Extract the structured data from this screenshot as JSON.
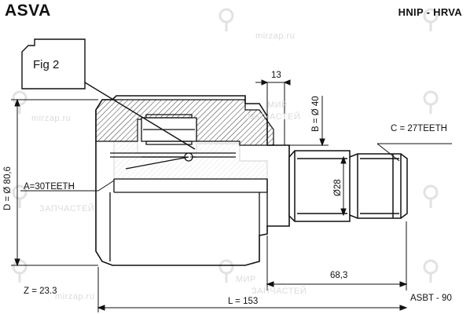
{
  "header": {
    "brand": "ASVA",
    "model_code": "HNIP - HRVA"
  },
  "figure": {
    "label": "Fig 2"
  },
  "dimensions": {
    "d_outer": "D = Ø 80,6",
    "a_teeth": "A=30TEETH",
    "b_diameter": "B = Ø 40",
    "top_width": "13",
    "c_teeth": "C = 27TEETH",
    "shaft_diameter": "Ø28",
    "shaft_length": "68,3",
    "z_value": "Z = 23.3",
    "l_value": "L = 153",
    "part_number": "ASBT - 90"
  },
  "watermark": {
    "site": "mirzap.ru",
    "line1": "МИР",
    "line2": "ЗАПЧАСТЕЙ",
    "color": "#dcdcdc"
  },
  "colors": {
    "line": "#111111",
    "background": "#ffffff"
  }
}
